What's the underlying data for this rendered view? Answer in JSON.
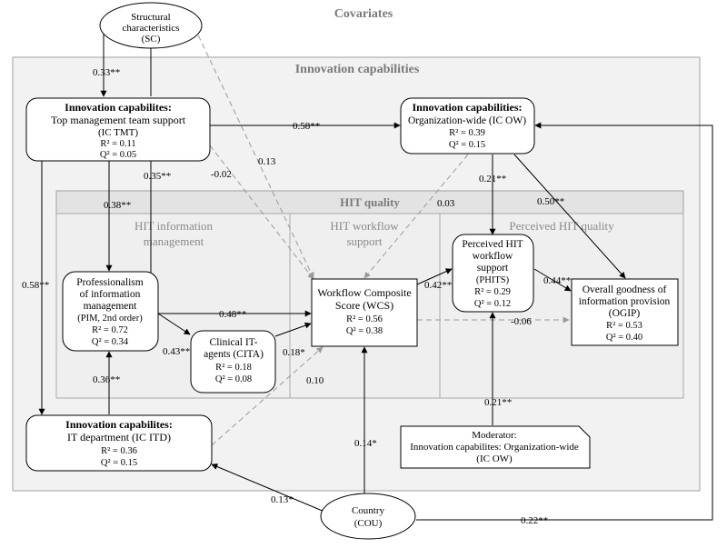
{
  "regions": {
    "covariates": "Covariates",
    "innovation_capabilities": "Innovation capabilities",
    "hit_quality": "HIT quality",
    "hit_info_mgmt": [
      "HIT information",
      "management"
    ],
    "hit_workflow_support": [
      "HIT workflow",
      "support"
    ],
    "perceived_hit_quality": "Perceived HIT quality"
  },
  "nodes": {
    "sc": [
      "Structural",
      "characteristics",
      "(SC)"
    ],
    "ic_tmt": {
      "bold": "Innovation capabilites:",
      "lines": [
        "Top management team support",
        "(IC TMT)",
        "R² = 0.11",
        "Q² = 0.05"
      ]
    },
    "ic_ow": {
      "bold": "Innovation capabilities:",
      "lines": [
        "Organization-wide (IC OW)",
        "R² = 0.39",
        "Q² = 0.15"
      ]
    },
    "pim": [
      "Professionalism",
      "of information",
      "management",
      "(PIM, 2nd order)",
      "R² = 0.72",
      "Q² = 0.34"
    ],
    "cita": [
      "Clinical IT-",
      "agents (CITA)",
      "R² = 0.18",
      "Q² = 0.08"
    ],
    "wcs": [
      "Workflow Composite",
      "Score (WCS)",
      "R² = 0.56",
      "Q² = 0.38"
    ],
    "phits": [
      "Perceived HIT",
      "workflow",
      "support",
      "(PHITS)",
      "R² = 0.29",
      "Q² = 0.12"
    ],
    "ogip": [
      "Overall goodness of",
      "information provision",
      "(OGIP)",
      "R² = 0.53",
      "Q² = 0.40"
    ],
    "ic_itd": {
      "bold": "Innovation capabilites:",
      "lines": [
        "IT department (IC ITD)",
        "R² = 0.36",
        "Q² = 0.15"
      ]
    },
    "moderator": [
      "Moderator:",
      "Innovation capabilites: Organization-wide",
      "(IC OW)"
    ],
    "cou": [
      "Country",
      "(COU)"
    ]
  },
  "edge_labels": {
    "sc_tmt": "0.33**",
    "sc_wcs": "0.13",
    "tmt_ow": "0.58**",
    "tmt_wcs": "-0.02",
    "tmt_pim": "0.38**",
    "tmt_cita": "0.35**",
    "tmt_itd": "0.58**",
    "ow_wcs": "0.03",
    "ow_phits": "0.21**",
    "ow_ogip": "0.50**",
    "pim_wcs": "0.48**",
    "pim_cita": "0.43**",
    "cita_wcs": "0.18*",
    "itd_pim": "0.36**",
    "itd_wcs": "0.10",
    "wcs_phits": "0.42**",
    "phits_ogip": "0.44**",
    "wcs_ogip": "-0.06",
    "mod_phits": "0.21**",
    "cou_wcs": "0.14*",
    "cou_itd": "0.13*",
    "cou_ow": "0.22**"
  },
  "colors": {
    "solid": "#000000",
    "dashed": "#9a9a9a",
    "panel": "#f2f2f2",
    "panel_border": "#a0a0a0",
    "title": "#7a7a7a"
  }
}
